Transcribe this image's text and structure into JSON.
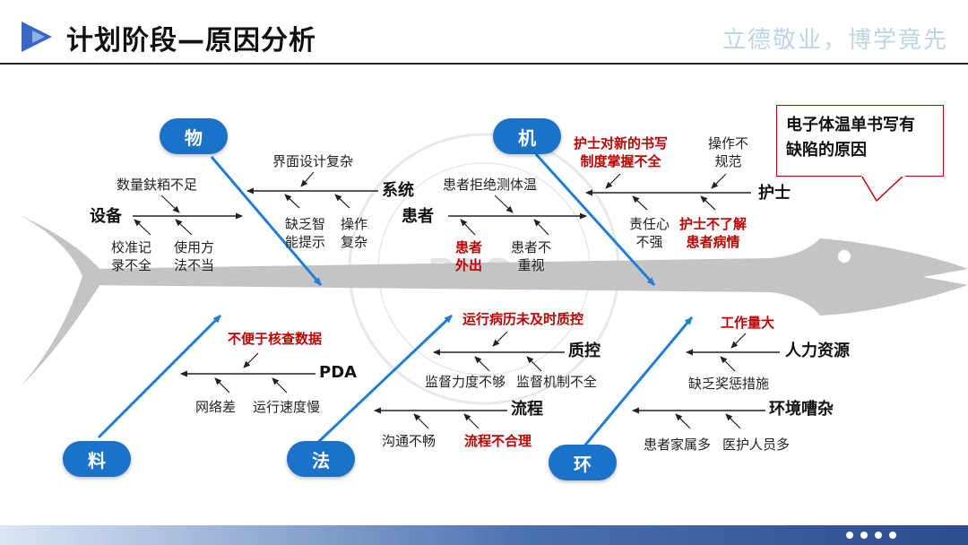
{
  "header": {
    "title": "计划阶段—原因分析",
    "motto": "立德敬业，博学竟先"
  },
  "watermark": "PDCA",
  "callout": {
    "line1": "电子体温单书写有",
    "line2": "缺陷的原因"
  },
  "categories": {
    "wu": "物",
    "ji": "机",
    "liao": "料",
    "fa": "法",
    "huan": "环"
  },
  "causes": {
    "shebei": "设备",
    "shuliang": "数量鈇粨不足",
    "jiaozhun_1": "校准记",
    "jiaozhun_2": "录不全",
    "shiyong_1": "使用方",
    "shiyong_2": "法不当",
    "xitong": "系统",
    "jiemian": "界面设计复杂",
    "quefa_1": "缺乏智",
    "quefa_2": "能提示",
    "caozuo_fz_1": "操作",
    "caozuo_fz_2": "复杂",
    "huanzhe": "患者",
    "jujue": "患者拒绝测体温",
    "waichu_1": "患者",
    "waichu_2": "外出",
    "buzhongshi_1": "患者不",
    "buzhongshi_2": "重视",
    "hushi": "护士",
    "xinshuxie_1": "护士对新的书写",
    "xinshuxie_2": "制度掌握不全",
    "caozuo_bgf_1": "操作不",
    "caozuo_bgf_2": "规范",
    "zerenxin_1": "责任心",
    "zerenxin_2": "不强",
    "buliaojie_1": "护士不了解",
    "buliaojie_2": "患者病情",
    "pda": "PDA",
    "bubian": "不便于核查数据",
    "wangluo": "网络差",
    "yunxing": "运行速度慢",
    "zhikong": "质控",
    "bingli": "运行病历未及时质控",
    "jiandu_ld": "监督力度不够",
    "jiandu_jz": "监督机制不全",
    "liucheng": "流程",
    "goutong": "沟通不畅",
    "liucheng_bhl": "流程不合理",
    "renli": "人力资源",
    "gongzuoliang": "工作量大",
    "jiangcheng": "缺乏奖惩措施",
    "huanjing": "环境嘈杂",
    "jiashu": "患者家属多",
    "yihu": "医护人员多"
  },
  "colors": {
    "bone": "#1f7fd6",
    "fish": "#bdbdbd",
    "accent_red": "#c00000",
    "category_fill": "#1a73c8"
  }
}
